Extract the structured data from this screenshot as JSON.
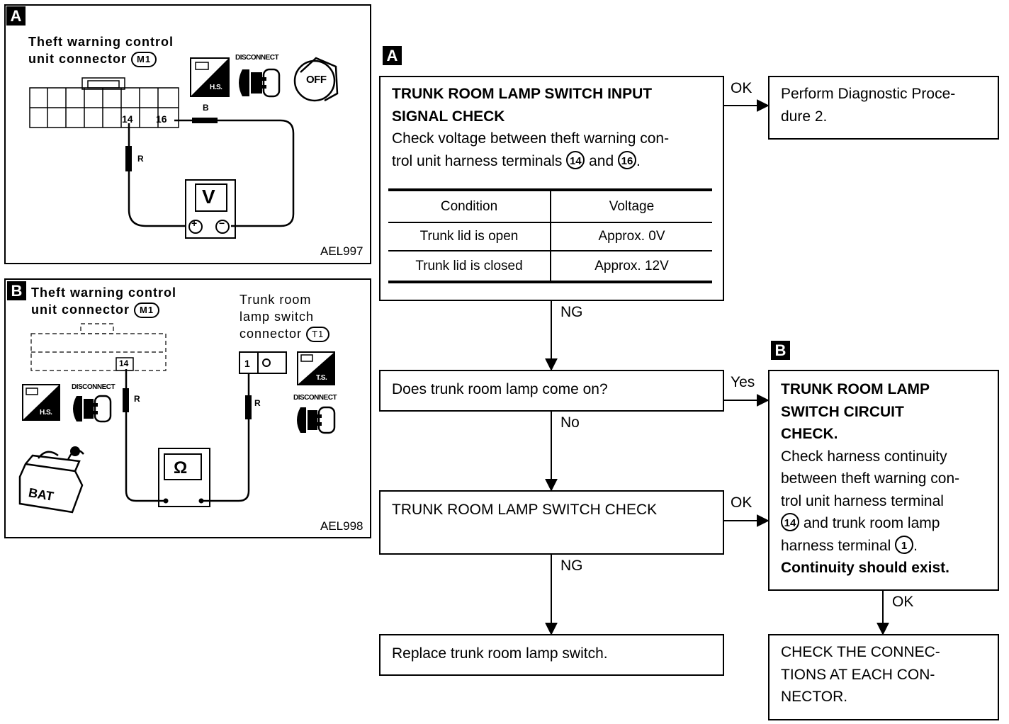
{
  "panel_a": {
    "letter": "A",
    "title_line1": "Theft warning control",
    "title_line2": "unit connector",
    "connector_code": "M1",
    "pin_14": "14",
    "pin_16": "16",
    "wire_b": "B",
    "wire_r": "R",
    "meter_symbol": "V",
    "disconnect": "DISCONNECT",
    "hs": "H.S.",
    "off": "OFF",
    "plus": "+",
    "minus": "−",
    "figure_code": "AEL997"
  },
  "panel_b": {
    "letter": "B",
    "title_line1": "Theft warning control",
    "title_line2": "unit connector",
    "connector_code": "M1",
    "pin_14": "14",
    "wire_r_left": "R",
    "wire_r_right": "R",
    "trunk_line1": "Trunk room",
    "trunk_line2": "lamp switch",
    "trunk_line3": "connector",
    "trunk_code": "T1",
    "pin_1": "1",
    "meter_symbol": "Ω",
    "disconnect_1": "DISCONNECT",
    "disconnect_2": "DISCONNECT",
    "hs": "H.S.",
    "ts": "T.S.",
    "bat": "BAT",
    "figure_code": "AEL998"
  },
  "flow": {
    "label_a": "A",
    "label_b": "B",
    "box1": {
      "title_line1": "TRUNK ROOM LAMP SWITCH INPUT",
      "title_line2": "SIGNAL CHECK",
      "text_line1": "Check voltage between theft warning con-",
      "text_line2_pre": "trol unit harness terminals",
      "term_14": "14",
      "and": "and",
      "term_16": "16",
      "period": ".",
      "table_headers": [
        "Condition",
        "Voltage"
      ],
      "table_rows": [
        [
          "Trunk lid is open",
          "Approx. 0V"
        ],
        [
          "Trunk lid is closed",
          "Approx. 12V"
        ]
      ]
    },
    "box_ok1": {
      "line1": "Perform Diagnostic Proce-",
      "line2": "dure 2."
    },
    "box2": {
      "text": "Does trunk room lamp come on?"
    },
    "box3": {
      "text": "TRUNK ROOM LAMP SWITCH CHECK"
    },
    "box4": {
      "text": "Replace trunk room lamp switch."
    },
    "box_b": {
      "title_line1": "TRUNK ROOM LAMP",
      "title_line2": "SWITCH CIRCUIT",
      "title_line3": "CHECK.",
      "line1": "Check harness continuity",
      "line2": "between theft warning con-",
      "line3": "trol unit harness terminal",
      "term_14": "14",
      "line4": "and trunk room lamp",
      "line5_pre": "harness terminal",
      "term_1": "1",
      "period": ".",
      "line6": "Continuity should exist."
    },
    "box_final": {
      "line1": "CHECK THE CONNEC-",
      "line2": "TIONS AT EACH CON-",
      "line3": "NECTOR."
    },
    "labels": {
      "ok1": "OK",
      "ng1": "NG",
      "yes": "Yes",
      "no": "No",
      "ok2": "OK",
      "ng2": "NG",
      "ok3": "OK"
    }
  }
}
